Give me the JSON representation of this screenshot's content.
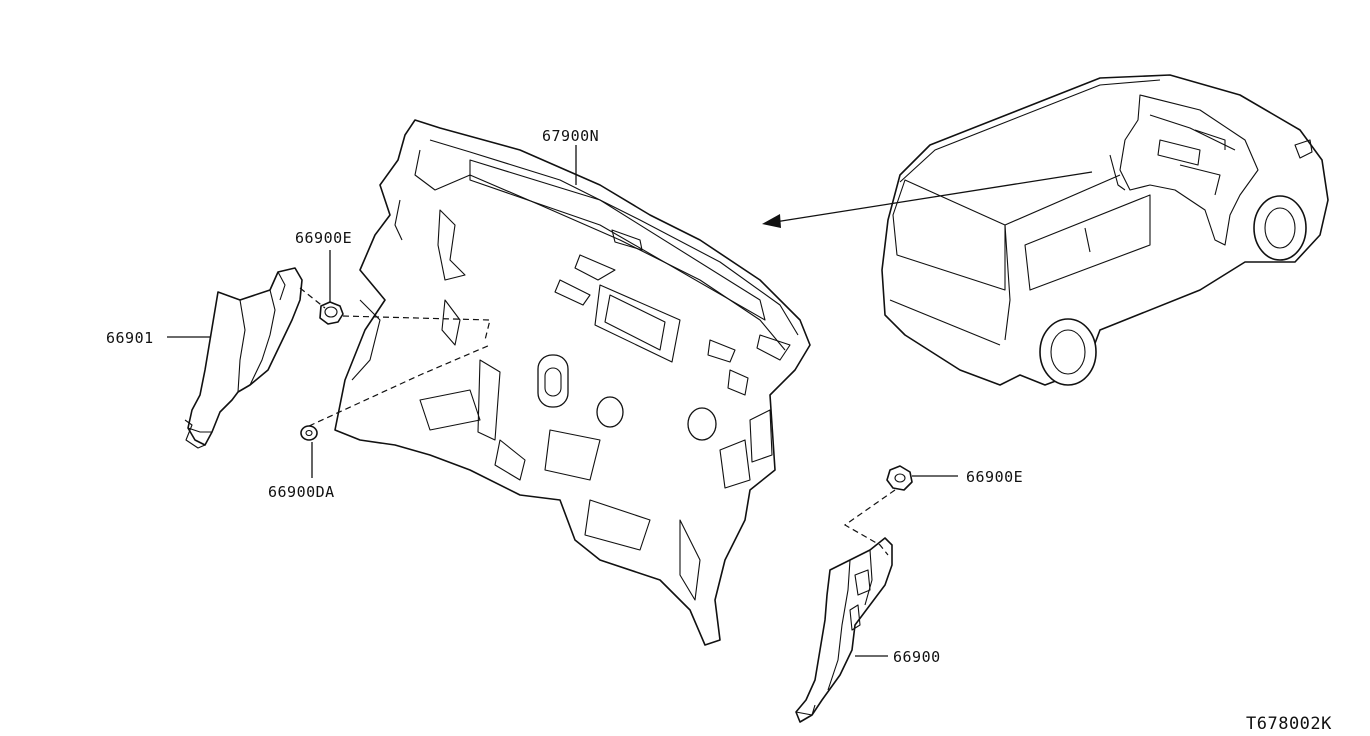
{
  "diagram": {
    "reference_code": "T678002K",
    "parts": [
      {
        "id": "67900N",
        "label": "67900N",
        "name": "dash-insulator"
      },
      {
        "id": "66901",
        "label": "66901",
        "name": "cowl-side-finisher-left"
      },
      {
        "id": "66900E_upper",
        "label": "66900E",
        "name": "clip-upper-left"
      },
      {
        "id": "66900DA",
        "label": "66900DA",
        "name": "grommet"
      },
      {
        "id": "66900E_lower",
        "label": "66900E",
        "name": "clip-lower-right"
      },
      {
        "id": "66900",
        "label": "66900",
        "name": "cowl-side-finisher-right"
      }
    ]
  }
}
